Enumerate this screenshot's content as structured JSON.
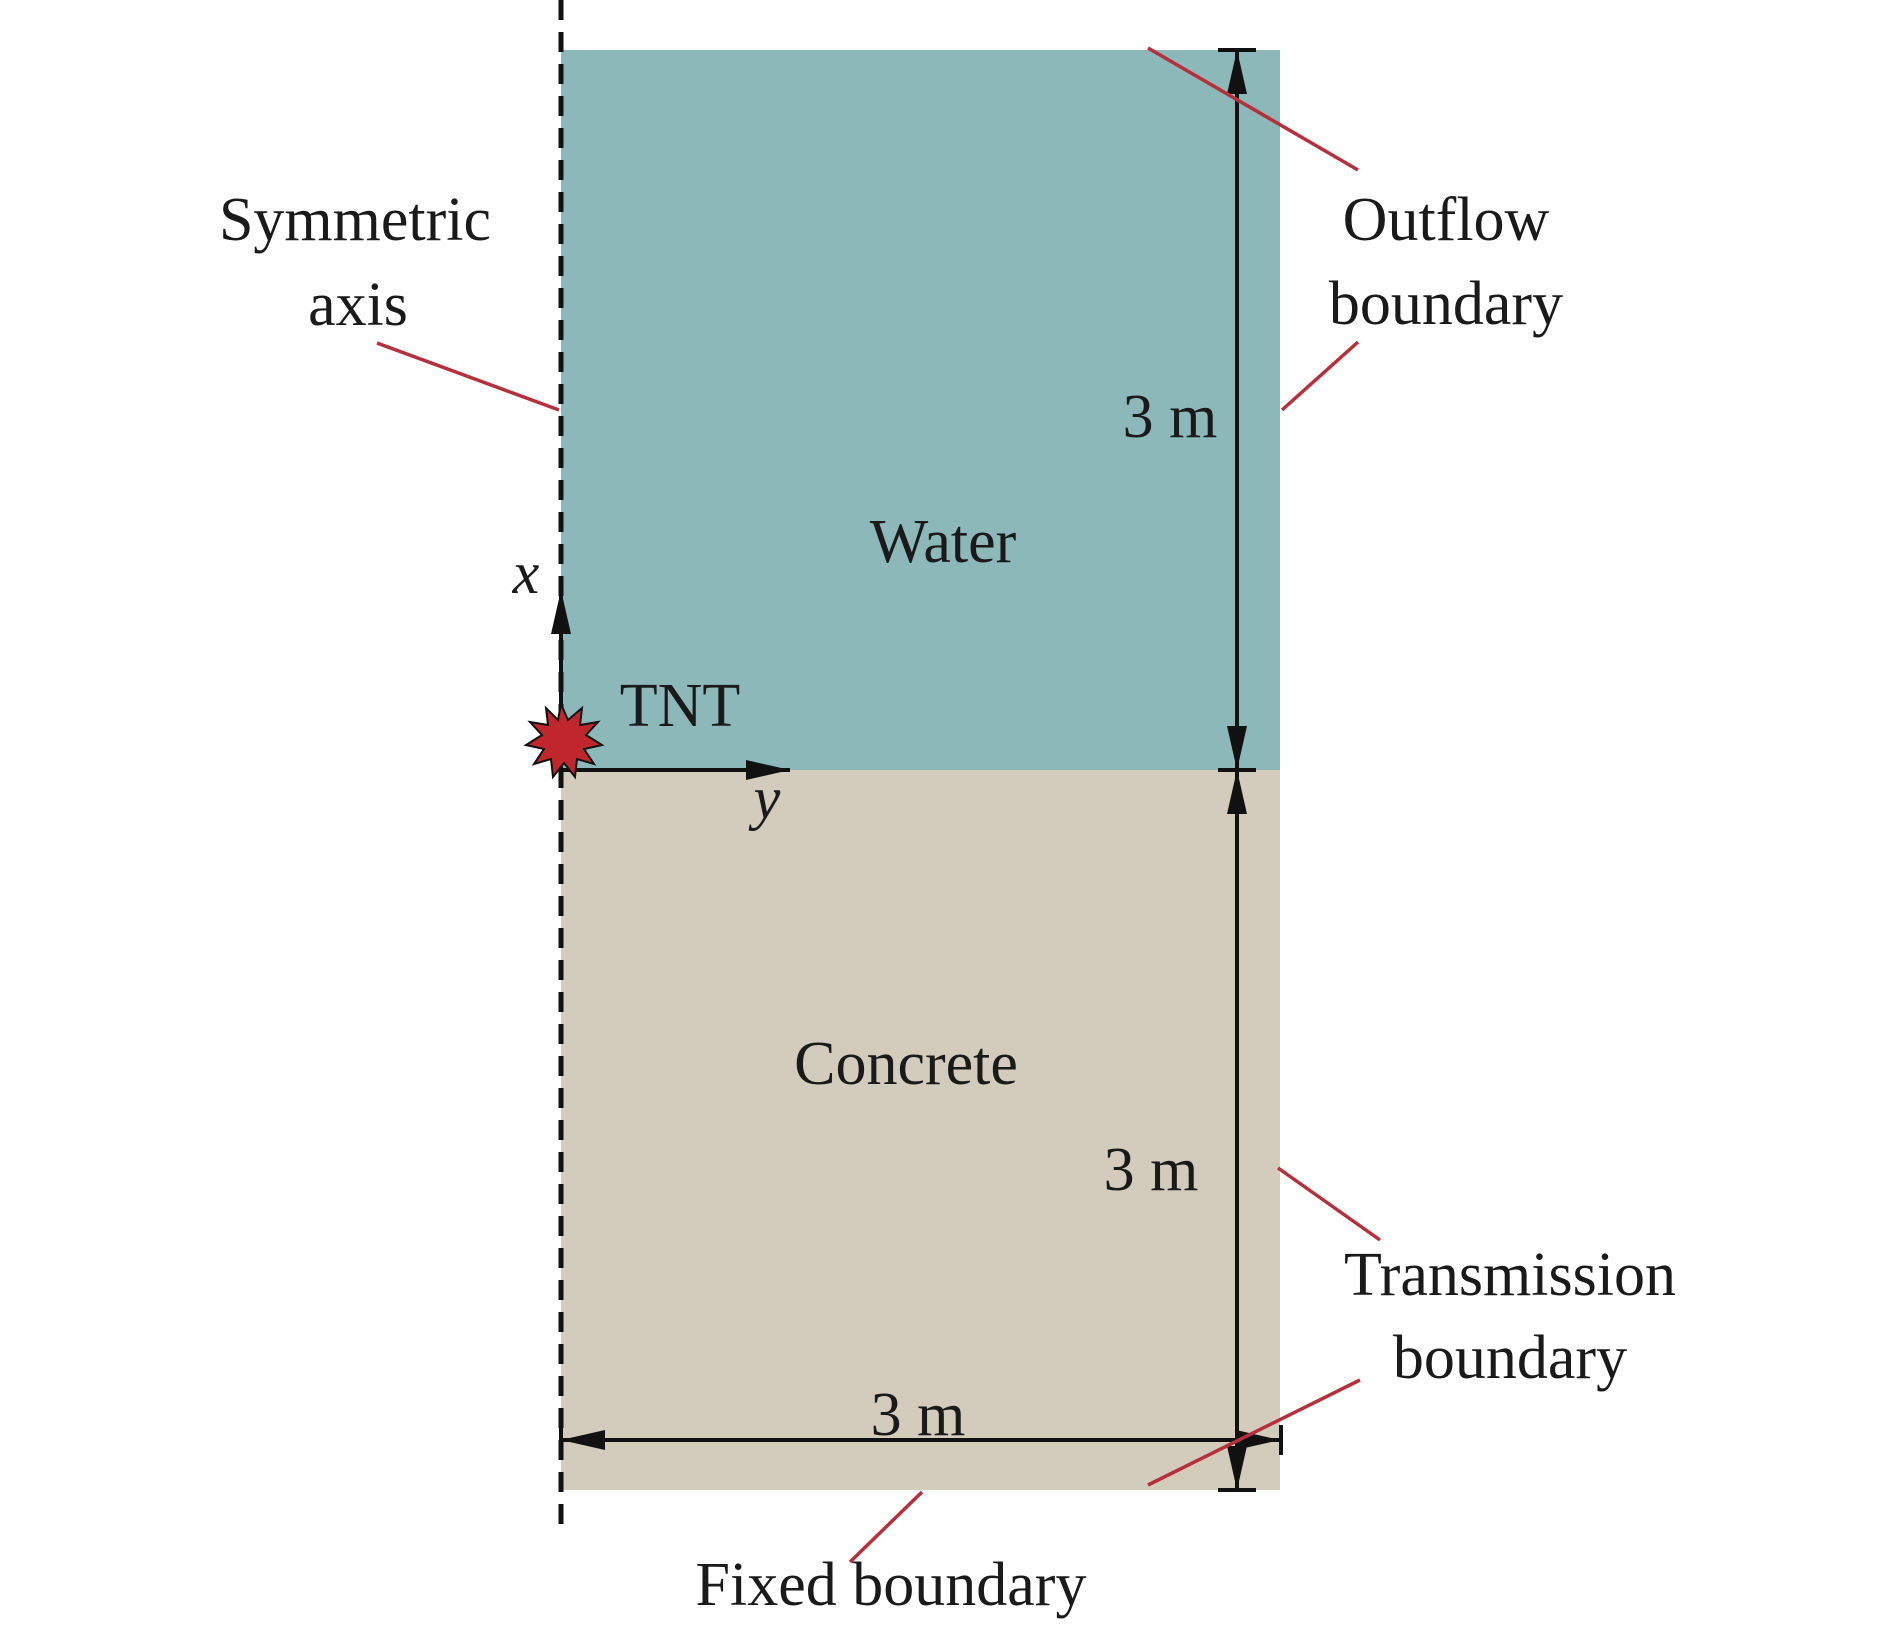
{
  "labels": {
    "symmetric_axis": [
      "Symmetric",
      "axis"
    ],
    "outflow_boundary": [
      "Outflow",
      "boundary"
    ],
    "transmission_boundary": [
      "Transmission",
      "boundary"
    ],
    "fixed_boundary": "Fixed boundary",
    "water": "Water",
    "concrete": "Concrete",
    "tnt": "TNT",
    "axis_x": "x",
    "axis_y": "y",
    "dim_water_height": "3 m",
    "dim_concrete_height": "3 m",
    "dim_width": "3 m"
  },
  "colors": {
    "water": "#8db8b9",
    "concrete": "#d3cbbb",
    "leader": "#b5303b",
    "line": "#111111",
    "tnt": "#c0272d"
  }
}
